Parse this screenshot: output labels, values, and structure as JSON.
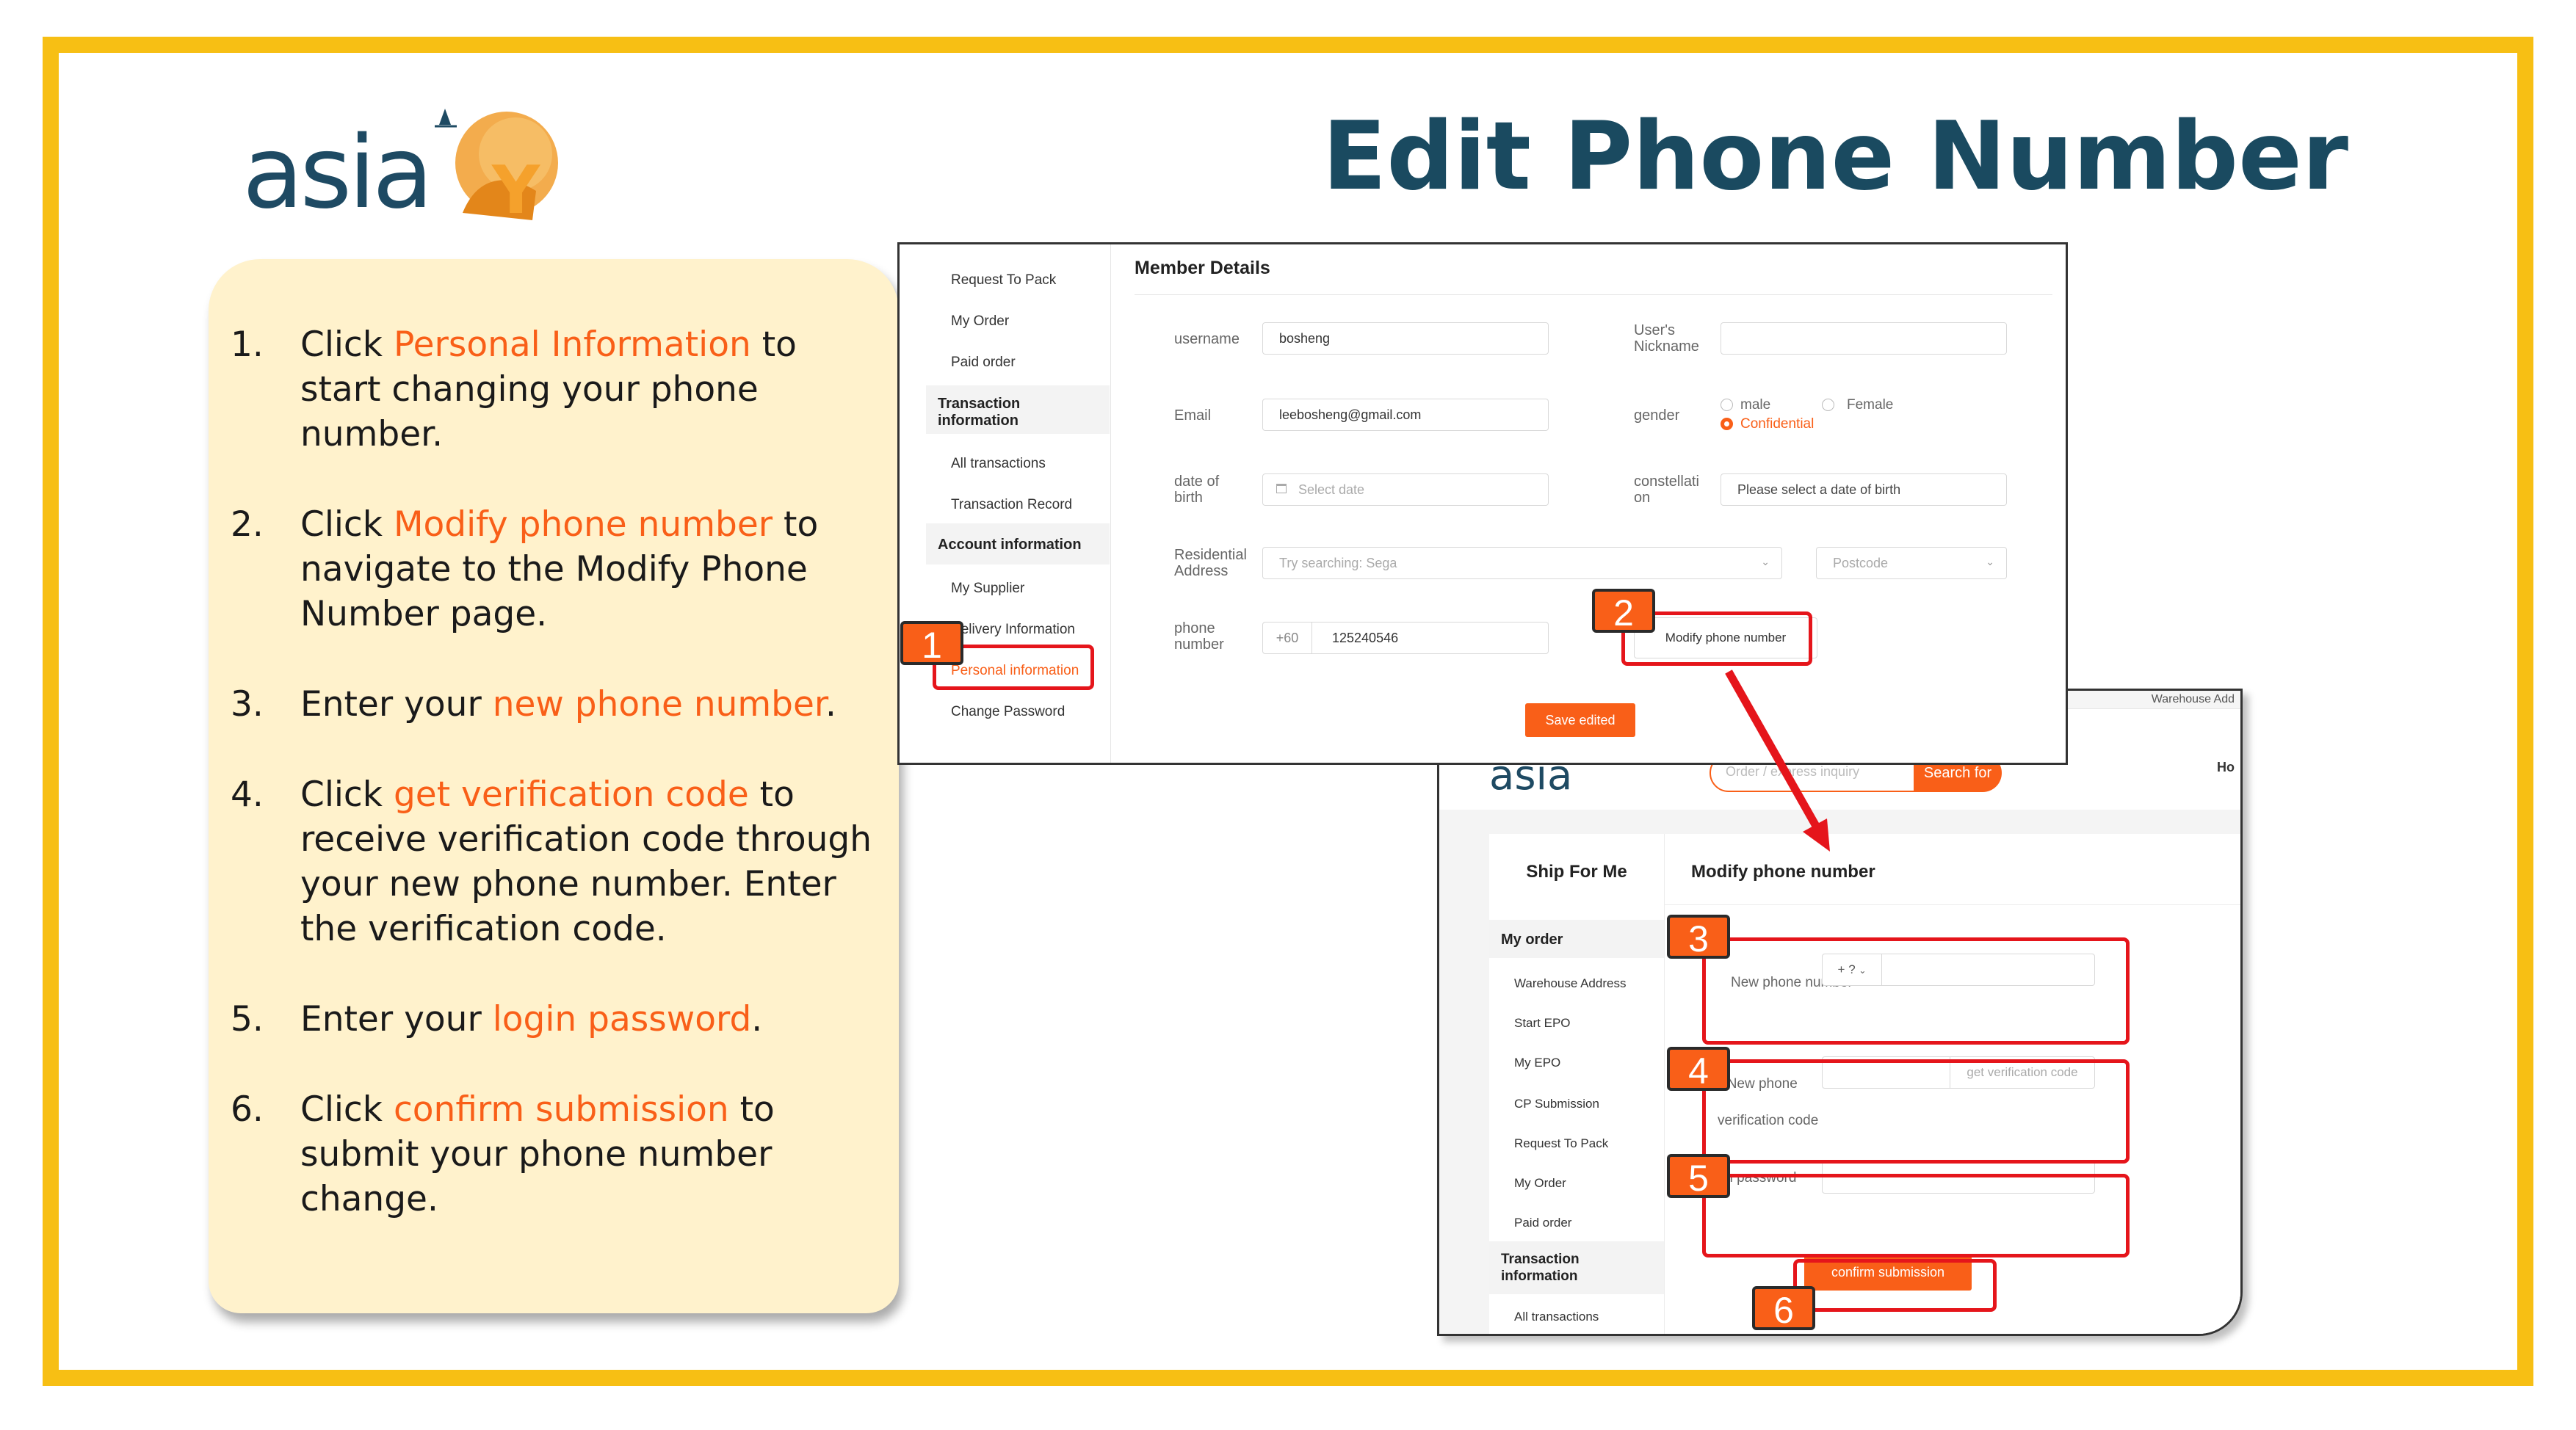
{
  "brand": {
    "logo_text": "asia",
    "logo_mark": "asiaY"
  },
  "title": "Edit Phone Number",
  "instructions": [
    {
      "num": "1.",
      "pre": "Click ",
      "highlight": "Personal Information",
      "post": " to start changing your phone number."
    },
    {
      "num": "2.",
      "pre": "Click ",
      "highlight": "Modify phone number",
      "post": " to navigate to the Modify Phone Number page."
    },
    {
      "num": "3.",
      "pre": "Enter your ",
      "highlight": "new phone number",
      "post": "."
    },
    {
      "num": "4.",
      "pre": "Click ",
      "highlight": "get verification code",
      "post": " to receive verification code through your new phone number. Enter the verification code."
    },
    {
      "num": "5.",
      "pre": "Enter your ",
      "highlight": "login password",
      "post": "."
    },
    {
      "num": "6.",
      "pre": "Click ",
      "highlight": "confirm submission",
      "post": " to submit your phone number change."
    }
  ],
  "member_details": {
    "sidebar": {
      "items_top": [
        "Request To Pack",
        "My Order",
        "Paid order"
      ],
      "group_transaction": "Transaction information",
      "items_transaction": [
        "All transactions",
        "Transaction Record"
      ],
      "group_account": "Account information",
      "items_account": [
        "My Supplier",
        "Delivery Information",
        "Personal information",
        "Change Password"
      ]
    },
    "heading": "Member Details",
    "username_label": "username",
    "username_value": "bosheng",
    "nickname_label": "User's Nickname",
    "email_label": "Email",
    "email_value": "leebosheng@gmail.com",
    "gender_label": "gender",
    "gender_options": [
      "male",
      "Female",
      "Confidential"
    ],
    "gender_selected": "Confidential",
    "dob_label": "date of birth",
    "dob_placeholder": "Select date",
    "constellation_label": "constellation",
    "constellation_placeholder": "Please select a date of birth",
    "address_label": "Residential Address",
    "address_placeholder": "Try searching: Sega",
    "postcode_placeholder": "Postcode",
    "phone_label": "phone number",
    "phone_code": "+60",
    "phone_value": "125240546",
    "modify_phone_button": "Modify phone number",
    "save_button": "Save edited"
  },
  "modify_phone": {
    "topbar_text": "Warehouse Add",
    "logo_text": "asia",
    "search_placeholder": "Order / express inquiry",
    "search_button": "Search for",
    "nav_fragment": "Ho",
    "sidebar": {
      "title": "Ship For Me",
      "group_order": "My order",
      "items_order": [
        "Warehouse Address",
        "Start EPO",
        "My EPO",
        "CP Submission",
        "Request To Pack",
        "My Order",
        "Paid order"
      ],
      "group_transaction": "Transaction information",
      "items_transaction": [
        "All transactions"
      ]
    },
    "heading": "Modify phone number",
    "new_phone_label": "New phone number",
    "country_code": "+ ?",
    "verification_label": "New phone verification code",
    "get_code_button": "get verification code",
    "password_label": "login password",
    "confirm_button": "confirm submission"
  },
  "badges": [
    "1",
    "2",
    "3",
    "4",
    "5",
    "6"
  ],
  "colors": {
    "accent": "#f95f18",
    "frame": "#f7bf14",
    "title": "#1a4a60",
    "callout": "#e5151b",
    "card": "#fff2cc"
  }
}
